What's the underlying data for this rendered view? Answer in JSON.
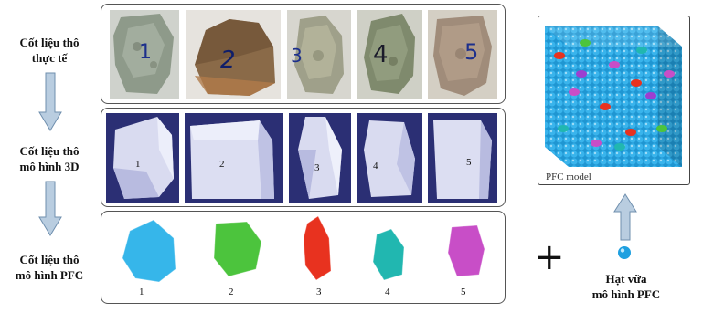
{
  "labels": {
    "row1": [
      "Cốt liệu thô",
      "thực tế"
    ],
    "row2": [
      "Cốt liệu thô",
      "mô hình 3D"
    ],
    "row3": [
      "Cốt liệu thô",
      "mô hình PFC"
    ],
    "mortar": [
      "Hạt vữa",
      "mô hình PFC"
    ]
  },
  "pfc_model_label": "PFC model",
  "plus_sign": "+",
  "rock_numbers": [
    "1",
    "2",
    "3",
    "4",
    "5"
  ],
  "model3d_numbers": [
    "1",
    "2",
    "3",
    "4",
    "5"
  ],
  "pfc_numbers": [
    "1",
    "2",
    "3",
    "4",
    "5"
  ],
  "colors": {
    "arrow": "#b9cde0",
    "arrow_stroke": "#6f8fae",
    "model3d_bg": "#2b2f74",
    "pfc": [
      "#36b6ea",
      "#4cc43d",
      "#e8321f",
      "#21b7b0",
      "#c84ec7"
    ],
    "mortar_particle": "#1fa0e0"
  }
}
